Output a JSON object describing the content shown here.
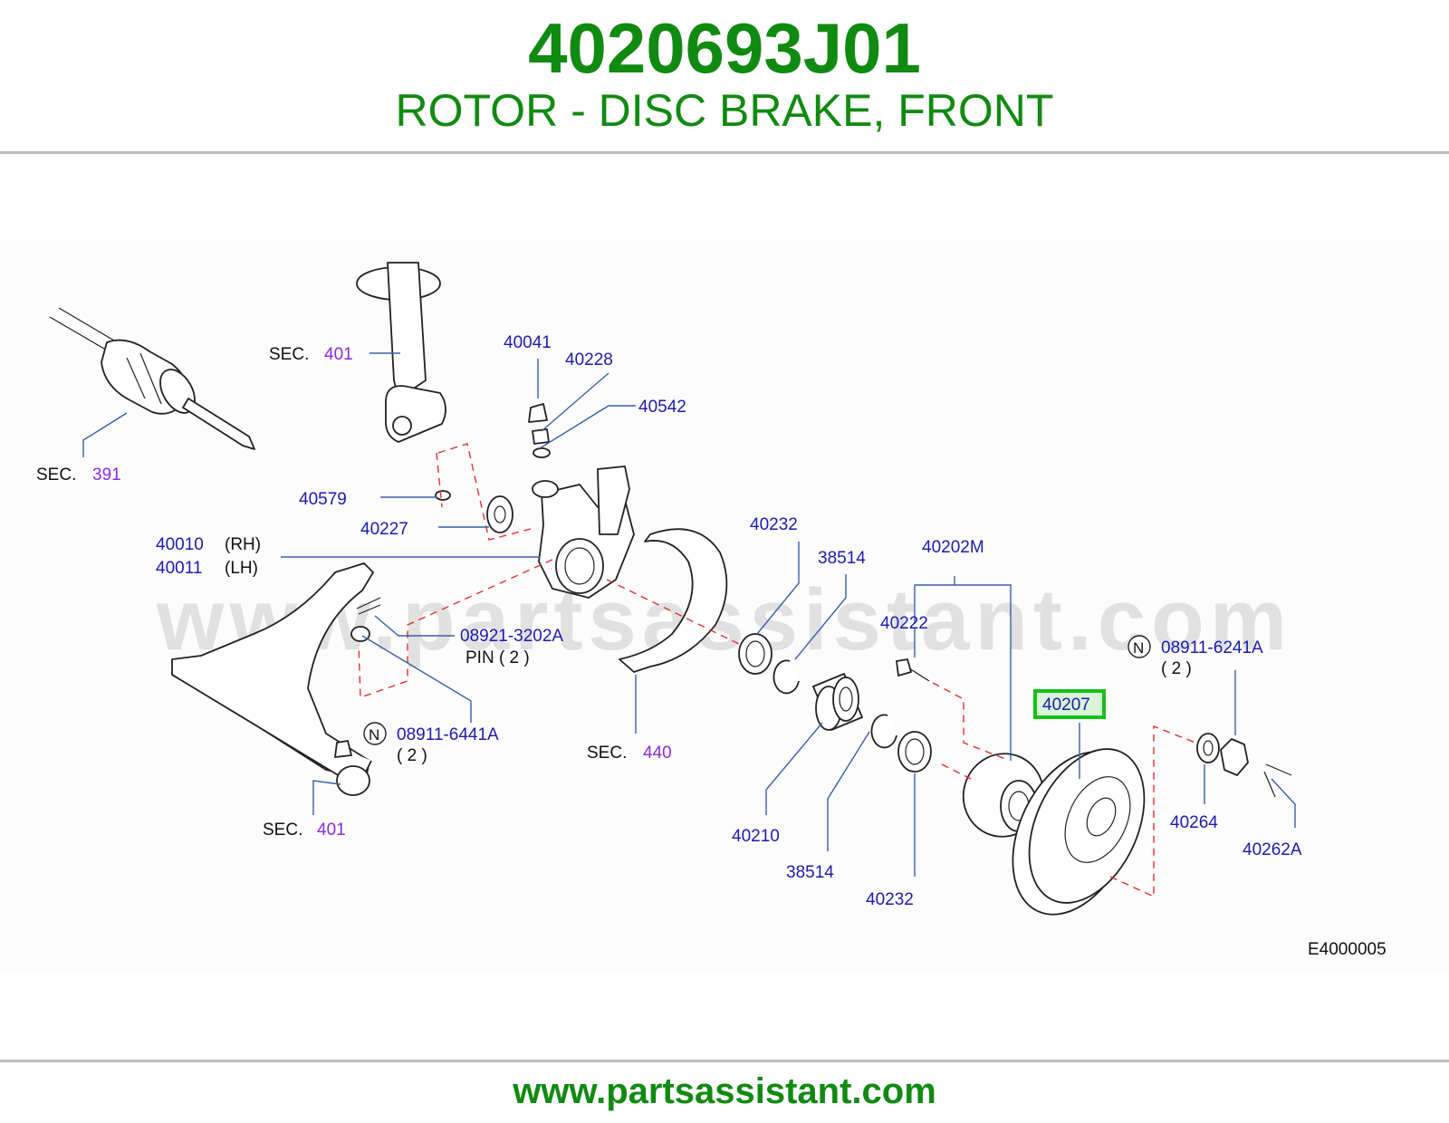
{
  "header": {
    "part_number": "4020693J01",
    "part_description": "ROTOR - DISC BRAKE, FRONT"
  },
  "watermark": "www.partsassistant.com",
  "callouts": {
    "sec401_top": "SEC.",
    "sec401_top_num": "401",
    "sec391": "SEC.",
    "sec391_num": "391",
    "sec440": "SEC.",
    "sec440_num": "440",
    "sec401_bottom": "SEC.",
    "sec401_bottom_num": "401",
    "p40041": "40041",
    "p40228": "40228",
    "p40542": "40542",
    "p40579": "40579",
    "p40227": "40227",
    "p40010": "40010",
    "rh": "(RH)",
    "p40011": "40011",
    "lh": "(LH)",
    "p08921": "08921-3202A",
    "pin": "PIN  (   2   )",
    "n1": "N",
    "p08911_6441A": "08911-6441A",
    "qty1": "(   2   )",
    "p40232_top": "40232",
    "p38514_top": "38514",
    "p40202M": "40202M",
    "p40222": "40222",
    "n2": "N",
    "p08911_6241A": "08911-6241A",
    "qty2": "(   2   )",
    "p40207": "40207",
    "p40264": "40264",
    "p40262A": "40262A",
    "p40210": "40210",
    "p38514_bottom": "38514",
    "p40232_bottom": "40232",
    "diagram_code": "E4000005"
  },
  "highlight_color": "#19c019",
  "footer": {
    "url": "www.partsassistant.com"
  }
}
